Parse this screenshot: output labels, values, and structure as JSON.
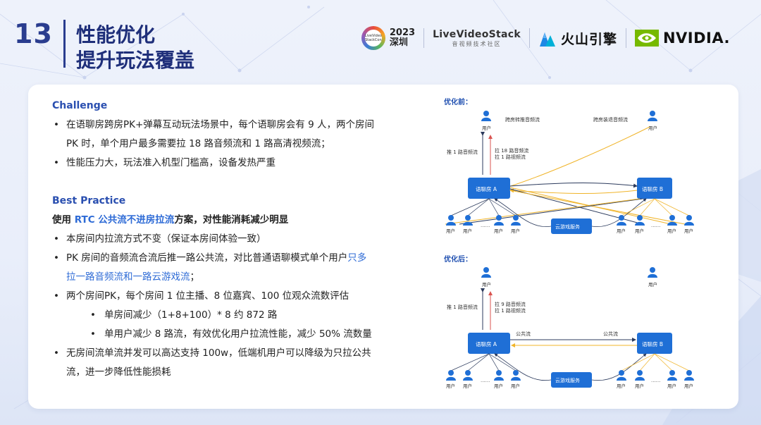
{
  "slide": {
    "number": "13",
    "title_line1": "性能优化",
    "title_line2": "提升玩法覆盖"
  },
  "logos": {
    "event_circle_text": "LiveVideo StackCon",
    "event_year": "2023",
    "event_city": "深圳",
    "lvs_name": "LiveVideoStack",
    "lvs_sub": "音视频技术社区",
    "volc_name": "火山引擎",
    "nvidia_name": "NVIDIA."
  },
  "content": {
    "challenge_heading": "Challenge",
    "challenge_b1_a": "在语聊房跨房PK+弹幕互动玩法场景中，每个语聊房会有 9 人，两个房间",
    "challenge_b1_b": "PK 时，单个用户最多需要拉 18 路音频流和 1 路高清视频流；",
    "challenge_b2": "性能压力大，玩法准入机型门槛高，设备发热严重",
    "bp_heading": "Best Practice",
    "bp_lead_pre": "使用 ",
    "bp_lead_hl": "RTC 公共流不进房拉流",
    "bp_lead_post": "方案，对性能消耗减少明显",
    "bp_b1": "本房间内拉流方式不变（保证本房间体验一致）",
    "bp_b2_a": "PK 房间的音频流合流后推一路公共流，对比普通语聊模式单个用户",
    "bp_b2_hl1": "只多",
    "bp_b2_hl2": "拉一路音频流和一路云游戏流",
    "bp_b2_end": "；",
    "bp_b3": "两个房间PK，每个房间 1 位主播、8 位嘉宾、100 位观众流数评估",
    "bp_b3_s1": "单房间减少（1+8+100）* 8 约 872 路",
    "bp_b3_s2": "单用户减少 8 路流，有效优化用户拉流性能，减少 50% 流数量",
    "bp_b4_a": "无房间流单流并发可以高达支持 100w，低端机用户可以降级为只拉公共",
    "bp_b4_b": "流，进一步降低性能损耗"
  },
  "diagram": {
    "before_label": "优化前：",
    "after_label": "优化后：",
    "user": "用户",
    "ellipsis": "......",
    "room_a": "语聊房 A",
    "room_b": "语聊房 B",
    "cloud_game": "云游戏服务",
    "before_cross_push": "跨房转推音频流",
    "before_cross_pull": "跨房装退音频流",
    "before_push_one": "推 1 路音频流",
    "before_pull_audio": "拉 18 路音频流",
    "before_pull_video": "拉 1 路视频流",
    "after_push_one": "推 1 路音频流",
    "after_pull_audio": "拉 9 路音频流",
    "after_pull_video": "拉 1 路视频流",
    "public_stream": "公共流",
    "colors": {
      "room": "#1f6fd6",
      "user": "#1f6fd6",
      "arrow_yellow": "#f0b429",
      "arrow_dark": "#2b3a5c"
    }
  }
}
